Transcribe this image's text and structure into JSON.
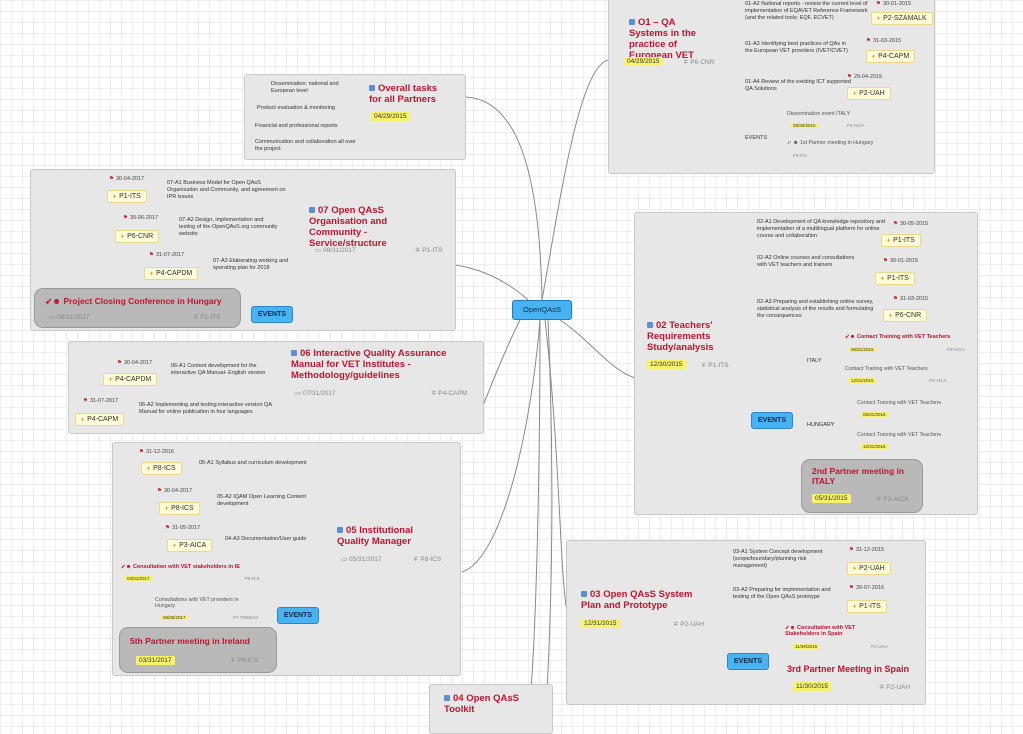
{
  "center": "OpenQAsS",
  "o1": {
    "title": "O1 – QA Systems in the practice of European VET",
    "date": "04/29/2015",
    "partner": "∓ P6-CNR",
    "tasks": [
      "01-A2 National reports - review the current level of implementation of EQAVET Reference Framework (and the related tools: EQF, ECVET)",
      "01-A3 Identifying best practices of QAs in the European VET providers (IVET/CVET)",
      "01-A4 Review of the existing ICT supported QA Solutions"
    ],
    "flags": [
      "30-01-2015",
      "31-03-2015",
      "29-04-2015"
    ],
    "partners": [
      "P2-SZAMALK",
      "P4-CAPM",
      "P2-UAH"
    ],
    "events_label": "EVENTS",
    "dissemination": "Dissemination event ITALY",
    "dissemination_date": "05/30/2015",
    "dissemination_partner": "P3-AICA",
    "meeting": "1st Partner meeting in Hungary",
    "meeting_partner": "P1-ITS"
  },
  "overall": {
    "title": "Overall tasks for all Partners",
    "date": "04/29/2015",
    "tasks": [
      "Dissemination: national and European level",
      "Product evaluation & monitoring",
      "Financial and professional reports",
      "Communication and collaboration all over the project"
    ]
  },
  "o7": {
    "title": "07 Open QAsS Organisation and Community - Service/structure",
    "date": "08/31/2017",
    "partner": "∓ P1-ITS",
    "tasks": [
      "07-A1 Business Model for Open QAsS Organisation and Community, and agreement on IPR issues",
      "07-A2 Design, implementation and testing of the OpenQAsS.org community website",
      "07-A3 Elaborating working and operating plan for 2018"
    ],
    "flags": [
      "30-04-2017",
      "30-06-2017",
      "31-07-2017"
    ],
    "partners": [
      "P1-ITS",
      "P6-CNR",
      "P4-CAPDM"
    ],
    "events_label": "EVENTS",
    "conference": "Project Closing Conference in Hungary",
    "conference_date": "08/31/2017",
    "conference_partner": "∓ P1-ITS"
  },
  "o6": {
    "title": "06 Interactive Quality Assurance Manual for VET Institutes - Methodology/guidelines",
    "date": "07/31/2017",
    "partner": "∓ P4-CAPM",
    "tasks": [
      "06-A1 Content development for the interactive QA Manual- English version",
      "06-A2 Implementing and testing interactive version QA Manual for online publication in four languages"
    ],
    "flags": [
      "30-04-2017",
      "31-07-2017"
    ],
    "partners": [
      "P4-CAPDM",
      "P4-CAPM"
    ]
  },
  "o5": {
    "title": "05 Institutional Quality Manager",
    "date": "05/31/2017",
    "partner": "∓ P8-ICS",
    "tasks": [
      "05-A1 Syllabus and curriculum development",
      "05-A2 IQAM Open Learning Content development",
      "04-A3 Documentation/User guide"
    ],
    "flags": [
      "31-12-2016",
      "30-04-2017",
      "31-05-2017"
    ],
    "partners": [
      "P8-ICS",
      "P8-ICS",
      "P3-AICA"
    ],
    "events_label": "EVENTS",
    "consultation": "Consultation with VET stakeholders in IE",
    "consultation_date": "03/31/2017",
    "consultation_partner": "P8-ICS",
    "consultation2": "Consultations with VET providers in Hungary",
    "consultation2_date": "09/30/2017",
    "consultation2_partner": "P7-TREBAG",
    "meeting": "5th Partner meeting in Ireland",
    "meeting_date": "03/31/2017",
    "meeting_partner": "∓ P8-ICS"
  },
  "o2": {
    "title": "02 Teachers' Requirements Study/analysis",
    "date": "12/30/2015",
    "partner": "∓ P1-ITS",
    "tasks": [
      "02-A1 Development of QA knowledge repository and implementation of a multilingual platform for online course and collaboration",
      "02-A2 Online courses and consultations with VET teachers and trainers",
      "02-A3 Preparing and establishing online survey, statistical analysis of the results and formulating the consequences"
    ],
    "flags": [
      "30-05-2015",
      "30-01-2015",
      "31-03-2015"
    ],
    "partners": [
      "P1-ITS",
      "P1-ITS",
      "P6-CNR"
    ],
    "events_label": "EVENTS",
    "italy": "ITALY",
    "hungary": "HUNGARY",
    "training1": "Contact Training with VET Teachers",
    "training1_date": "05/31/2015",
    "training1_partner": "P3-AICA",
    "training2": "Contact Traning with VET Teachers",
    "training2_date": "12/31/2015",
    "training2_partner": "P3-AICA",
    "training3": "Contact Training with VET Teachers",
    "training3_date": "05/31/2015",
    "training4": "Contact Training with VET Teachers",
    "training4_date": "12/31/2015",
    "meeting": "2nd Partner meeting in ITALY",
    "meeting_date": "05/31/2015",
    "meeting_partner": "∓ P3-AICA"
  },
  "o3": {
    "title": "03 Open QAsS System Plan and Prototype",
    "date": "12/31/2015",
    "partner": "∓ P2-UAH",
    "tasks": [
      "03-A1 System Concept development (scope/boundary/planning risk management)",
      "03-A2 Preparing for implementation and testing of the Open QAsS prototype"
    ],
    "flags": [
      "31-12-2015",
      "30-07-2016"
    ],
    "partners": [
      "P2-UAH",
      "P1-ITS"
    ],
    "events_label": "EVENTS",
    "consultation": "Consultation with VET Stakeholders in Spain",
    "consultation_date": "11/30/2015",
    "consultation_partner": "P2-UAH",
    "meeting": "3rd Partner Meeting in Spain",
    "meeting_date": "11/30/2015",
    "meeting_partner": "∓ P2-UAH"
  },
  "o4": {
    "title": "04 Open QAsS Toolkit"
  },
  "colors": {
    "title_red": "#c0142f",
    "events_blue": "#47b3f2",
    "date_yellow": "#f7f26a"
  }
}
